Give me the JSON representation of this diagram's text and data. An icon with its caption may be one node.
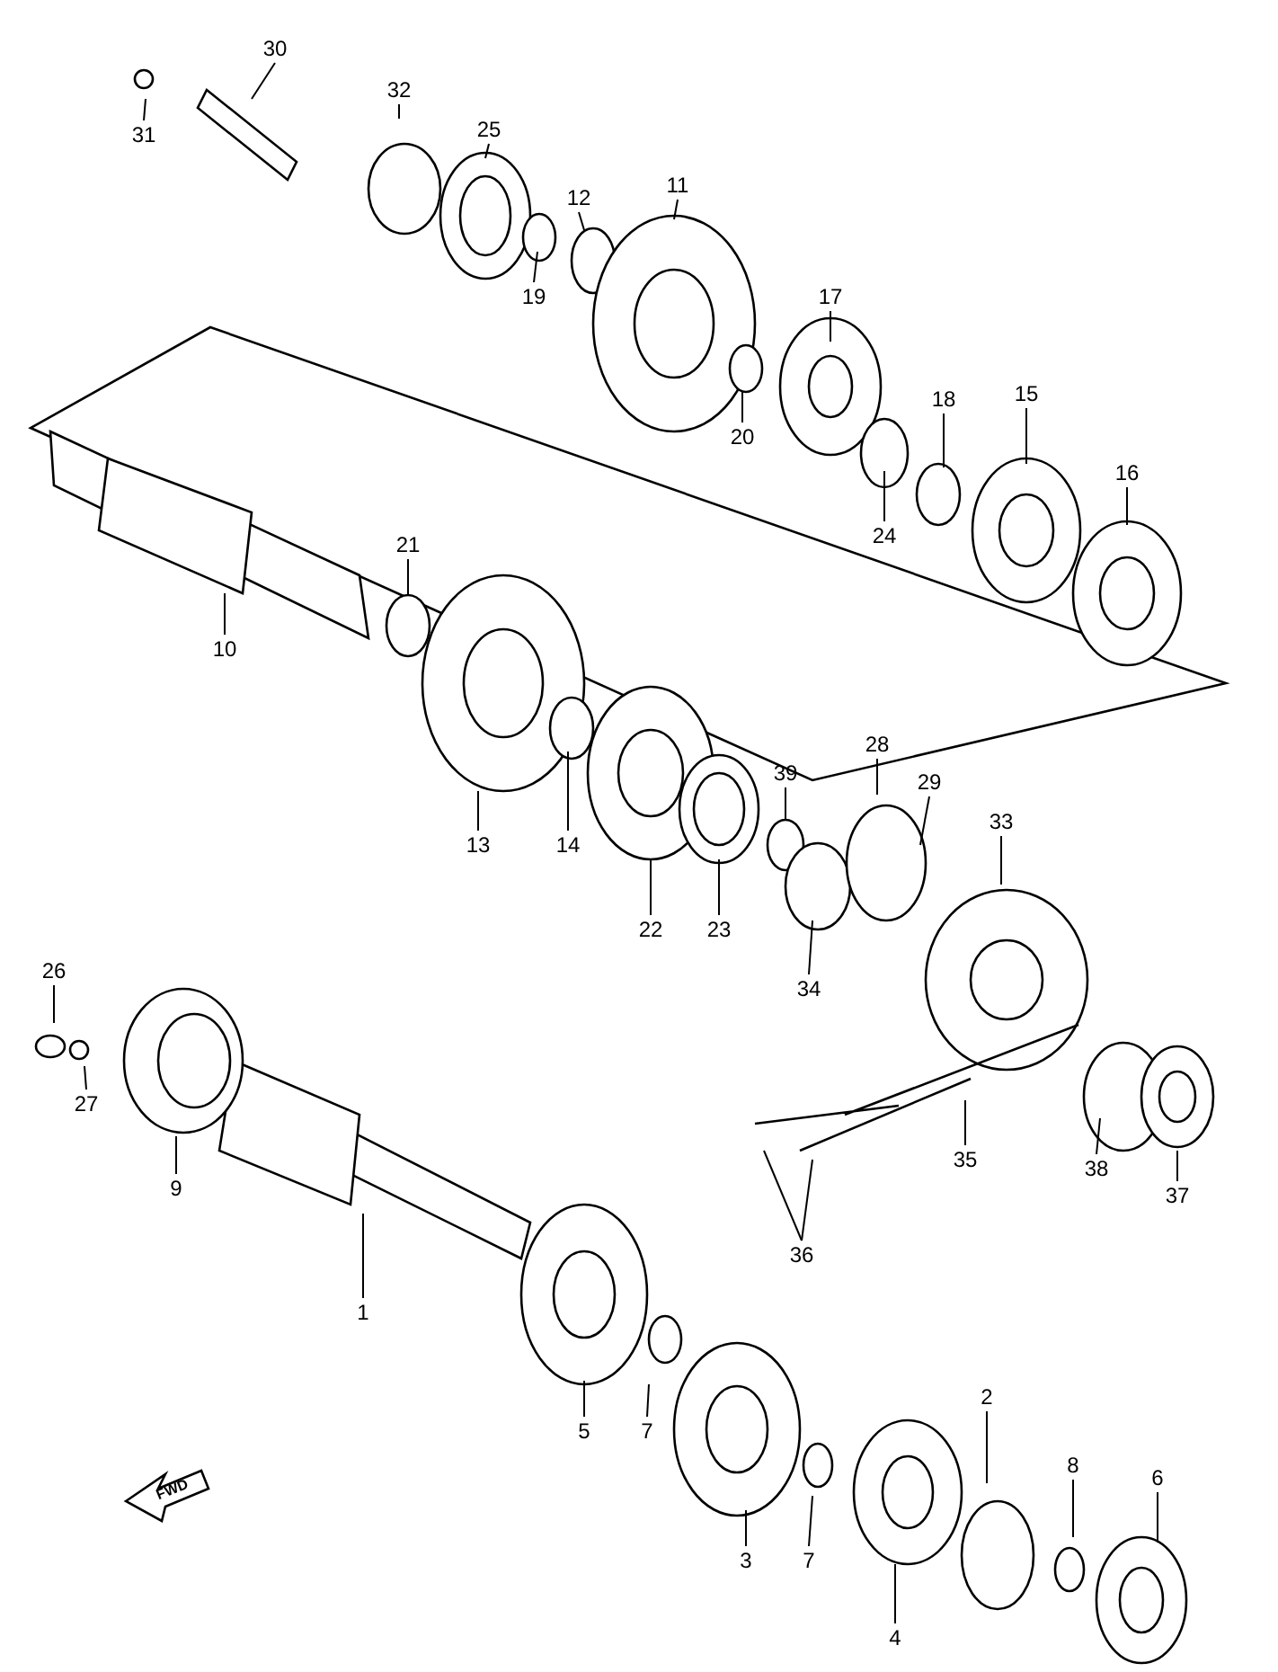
{
  "diagram": {
    "nodes": [
      {
        "text": [
          "30"
        ]
      },
      {
        "text": [
          "31"
        ]
      },
      {
        "text": [
          "32"
        ]
      },
      {
        "text": [
          "25"
        ]
      },
      {
        "text": [
          "12"
        ]
      },
      {
        "text": [
          "11"
        ]
      },
      {
        "text": [
          "19"
        ]
      },
      {
        "text": [
          "17"
        ]
      },
      {
        "text": [
          "20"
        ]
      },
      {
        "text": [
          "18"
        ]
      },
      {
        "text": [
          "15"
        ]
      },
      {
        "text": [
          "16"
        ]
      },
      {
        "text": [
          "24"
        ]
      },
      {
        "text": [
          "21"
        ]
      },
      {
        "text": [
          "10"
        ]
      },
      {
        "text": [
          "13"
        ]
      },
      {
        "text": [
          "14"
        ]
      },
      {
        "text": [
          "22"
        ]
      },
      {
        "text": [
          "23"
        ]
      },
      {
        "text": [
          "39"
        ]
      },
      {
        "text": [
          "28"
        ]
      },
      {
        "text": [
          "29"
        ]
      },
      {
        "text": [
          "33"
        ]
      },
      {
        "text": [
          "34"
        ]
      },
      {
        "text": [
          "26"
        ]
      },
      {
        "text": [
          "27"
        ]
      },
      {
        "text": [
          "9"
        ]
      },
      {
        "text": [
          "35"
        ]
      },
      {
        "text": [
          "38"
        ]
      },
      {
        "text": [
          "37"
        ]
      },
      {
        "text": [
          "36"
        ]
      },
      {
        "text": [
          "1"
        ]
      },
      {
        "text": [
          "5"
        ]
      },
      {
        "text": [
          "7"
        ]
      },
      {
        "text": [
          "2"
        ]
      },
      {
        "text": [
          "8"
        ]
      },
      {
        "text": [
          "6"
        ]
      },
      {
        "text": [
          "3"
        ]
      },
      {
        "text": [
          "7"
        ]
      },
      {
        "text": [
          "4"
        ]
      }
    ],
    "edges": [
      {
        "from": 0,
        "to": null,
        "arrow": "none"
      },
      {
        "from": 1,
        "to": null,
        "arrow": "none"
      },
      {
        "from": 2,
        "to": null,
        "arrow": "none"
      },
      {
        "from": 3,
        "to": null,
        "arrow": "none"
      },
      {
        "from": 4,
        "to": null,
        "arrow": "none"
      },
      {
        "from": 5,
        "to": null,
        "arrow": "none"
      },
      {
        "from": 6,
        "to": null,
        "arrow": "none"
      },
      {
        "from": 7,
        "to": null,
        "arrow": "none"
      },
      {
        "from": 8,
        "to": null,
        "arrow": "none"
      },
      {
        "from": 9,
        "to": null,
        "arrow": "none"
      },
      {
        "from": 10,
        "to": null,
        "arrow": "none"
      },
      {
        "from": 11,
        "to": null,
        "arrow": "none"
      },
      {
        "from": 12,
        "to": null,
        "arrow": "none"
      },
      {
        "from": 13,
        "to": null,
        "arrow": "none"
      },
      {
        "from": 14,
        "to": null,
        "arrow": "none"
      },
      {
        "from": 15,
        "to": null,
        "arrow": "none"
      },
      {
        "from": 16,
        "to": null,
        "arrow": "none"
      },
      {
        "from": 17,
        "to": null,
        "arrow": "none"
      },
      {
        "from": 18,
        "to": null,
        "arrow": "none"
      },
      {
        "from": 19,
        "to": null,
        "arrow": "none"
      },
      {
        "from": 20,
        "to": null,
        "arrow": "none"
      },
      {
        "from": 21,
        "to": null,
        "arrow": "none"
      },
      {
        "from": 22,
        "to": null,
        "arrow": "none"
      },
      {
        "from": 23,
        "to": null,
        "arrow": "none"
      },
      {
        "from": 24,
        "to": null,
        "arrow": "none"
      },
      {
        "from": 25,
        "to": null,
        "arrow": "none"
      },
      {
        "from": 26,
        "to": null,
        "arrow": "none"
      },
      {
        "from": 27,
        "to": null,
        "arrow": "none"
      },
      {
        "from": 28,
        "to": null,
        "arrow": "none"
      },
      {
        "from": 29,
        "to": null,
        "arrow": "none"
      },
      {
        "from": 30,
        "to": null,
        "arrow": "none"
      },
      {
        "from": 30,
        "to": null,
        "arrow": "none"
      },
      {
        "from": 31,
        "to": null,
        "arrow": "none"
      },
      {
        "from": 32,
        "to": null,
        "arrow": "none"
      },
      {
        "from": 33,
        "to": null,
        "arrow": "none"
      },
      {
        "from": 34,
        "to": null,
        "arrow": "none"
      },
      {
        "from": 35,
        "to": null,
        "arrow": "none"
      },
      {
        "from": 36,
        "to": null,
        "arrow": "none"
      },
      {
        "from": 37,
        "to": null,
        "arrow": "none"
      },
      {
        "from": 38,
        "to": null,
        "arrow": "none"
      },
      {
        "from": 39,
        "to": null,
        "arrow": "none"
      }
    ],
    "labels": [
      "FWD"
    ]
  }
}
